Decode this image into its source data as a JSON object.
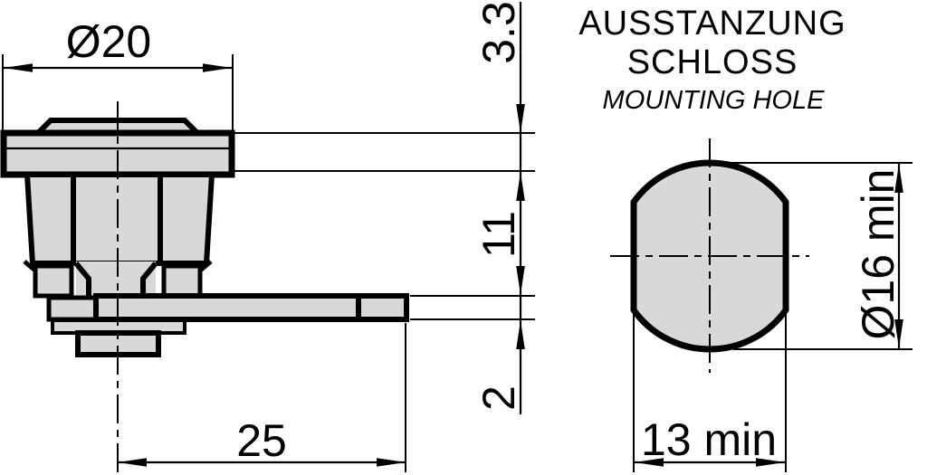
{
  "colors": {
    "part_fill": "#d8d8d8",
    "line": "#000000",
    "background": "#ffffff"
  },
  "header": {
    "title_line1": "AUSSTANZUNG",
    "title_line2": "SCHLOSS",
    "subtitle": "MOUNTING HOLE"
  },
  "side_view": {
    "flange_diameter": "Ø20",
    "cam_length": "25",
    "flange_thickness": "3.3",
    "body_length": "11",
    "cam_thickness": "2"
  },
  "hole_view": {
    "min_diameter": "Ø16 min",
    "min_width": "13 min"
  }
}
